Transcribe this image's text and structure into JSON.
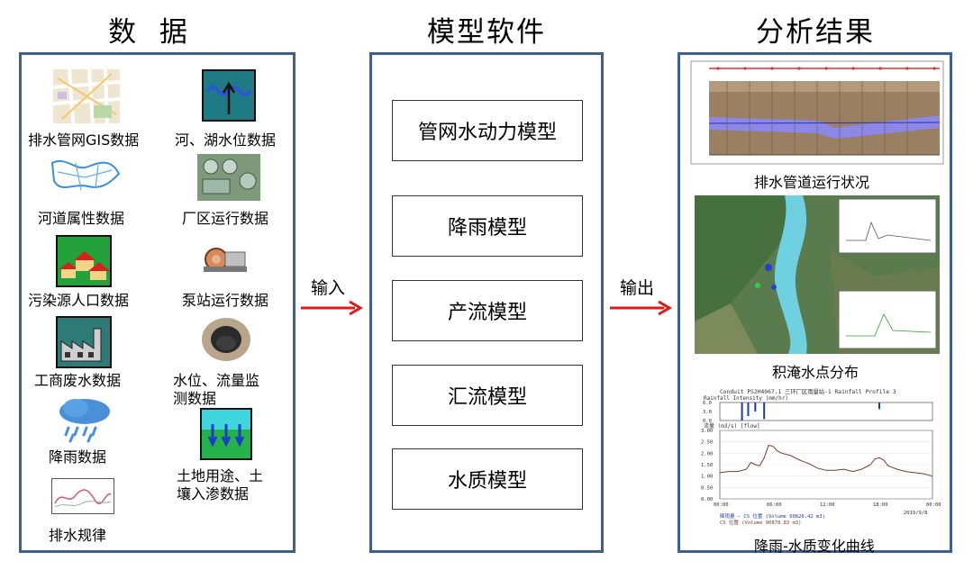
{
  "headers": {
    "data": "数  据",
    "model": "模型软件",
    "result": "分析结果"
  },
  "data_items": {
    "gis": "排水管网GIS数据",
    "river_level": "河、湖水位数据",
    "river_attr": "河道属性数据",
    "plant": "厂区运行数据",
    "pollution": "污染源人口数据",
    "pump": "泵站运行数据",
    "industrial": "工商废水数据",
    "monitor_line1": "水位、流量监",
    "monitor_line2": "测数据",
    "rain": "降雨数据",
    "land_line1": "土地用途、土",
    "land_line2": "壤入渗数据",
    "drain_law": "排水规律"
  },
  "models": [
    "管网水动力模型",
    "降雨模型",
    "产流模型",
    "汇流模型",
    "水质模型"
  ],
  "arrows": {
    "input": "输入",
    "output": "输出"
  },
  "results": {
    "pipe_caption": "排水管道运行状况",
    "flood_caption": "积淹水点分布",
    "quality_caption": "降雨-水质变化曲线",
    "chart_title": "Conduit PS2H4067.1 三环厂区雨量站-1 Rainfall Profile 3",
    "chart_sub1": "Rainfall Intensity (mm/hr)",
    "chart_sub2": "流量 (m3/s) [flow]",
    "chart_legend1": "降雨量 — CS 位置 (Volume 90826.42 m3)",
    "chart_legend2": "CS 位置 (Volume 90878.83 m3)",
    "chart_date": "2019/9/8",
    "colors": {
      "frame": "#3f5f91",
      "arrow": "#e0191b"
    }
  },
  "chart_data": {
    "type": "line",
    "title": "Conduit PS2H4067.1 三环厂区雨量站-1 Rainfall Profile 3",
    "x_ticks": [
      "00:00",
      "06:00",
      "12:00",
      "18:00",
      "00:00"
    ],
    "y_ticks_rain": [
      "6.0",
      "3.0",
      "0.0"
    ],
    "y_ticks_flow": [
      "3.00",
      "2.50",
      "2.00",
      "1.50",
      "1.00",
      "0.50",
      "0.00"
    ],
    "rain_bars": [
      [
        2.5,
        6.0
      ],
      [
        3.2,
        4.5
      ],
      [
        4.0,
        3.0
      ],
      [
        5.0,
        5.5
      ],
      [
        18.0,
        2.2
      ]
    ],
    "flow": [
      [
        0,
        1.15
      ],
      [
        1,
        1.2
      ],
      [
        2,
        1.2
      ],
      [
        3,
        1.3
      ],
      [
        3.5,
        1.6
      ],
      [
        4,
        1.5
      ],
      [
        4.5,
        1.45
      ],
      [
        5,
        1.8
      ],
      [
        5.5,
        2.35
      ],
      [
        6,
        2.3
      ],
      [
        6.5,
        2.1
      ],
      [
        7,
        2.0
      ],
      [
        8,
        1.9
      ],
      [
        9,
        1.7
      ],
      [
        10,
        1.55
      ],
      [
        11,
        1.35
      ],
      [
        12,
        1.25
      ],
      [
        13,
        1.25
      ],
      [
        14,
        1.3
      ],
      [
        15,
        1.2
      ],
      [
        16,
        1.3
      ],
      [
        17,
        1.5
      ],
      [
        17.5,
        1.75
      ],
      [
        18,
        1.8
      ],
      [
        18.5,
        1.7
      ],
      [
        19,
        1.45
      ],
      [
        20,
        1.3
      ],
      [
        21,
        1.2
      ],
      [
        22,
        1.15
      ],
      [
        23,
        1.1
      ],
      [
        24,
        1.0
      ]
    ]
  }
}
